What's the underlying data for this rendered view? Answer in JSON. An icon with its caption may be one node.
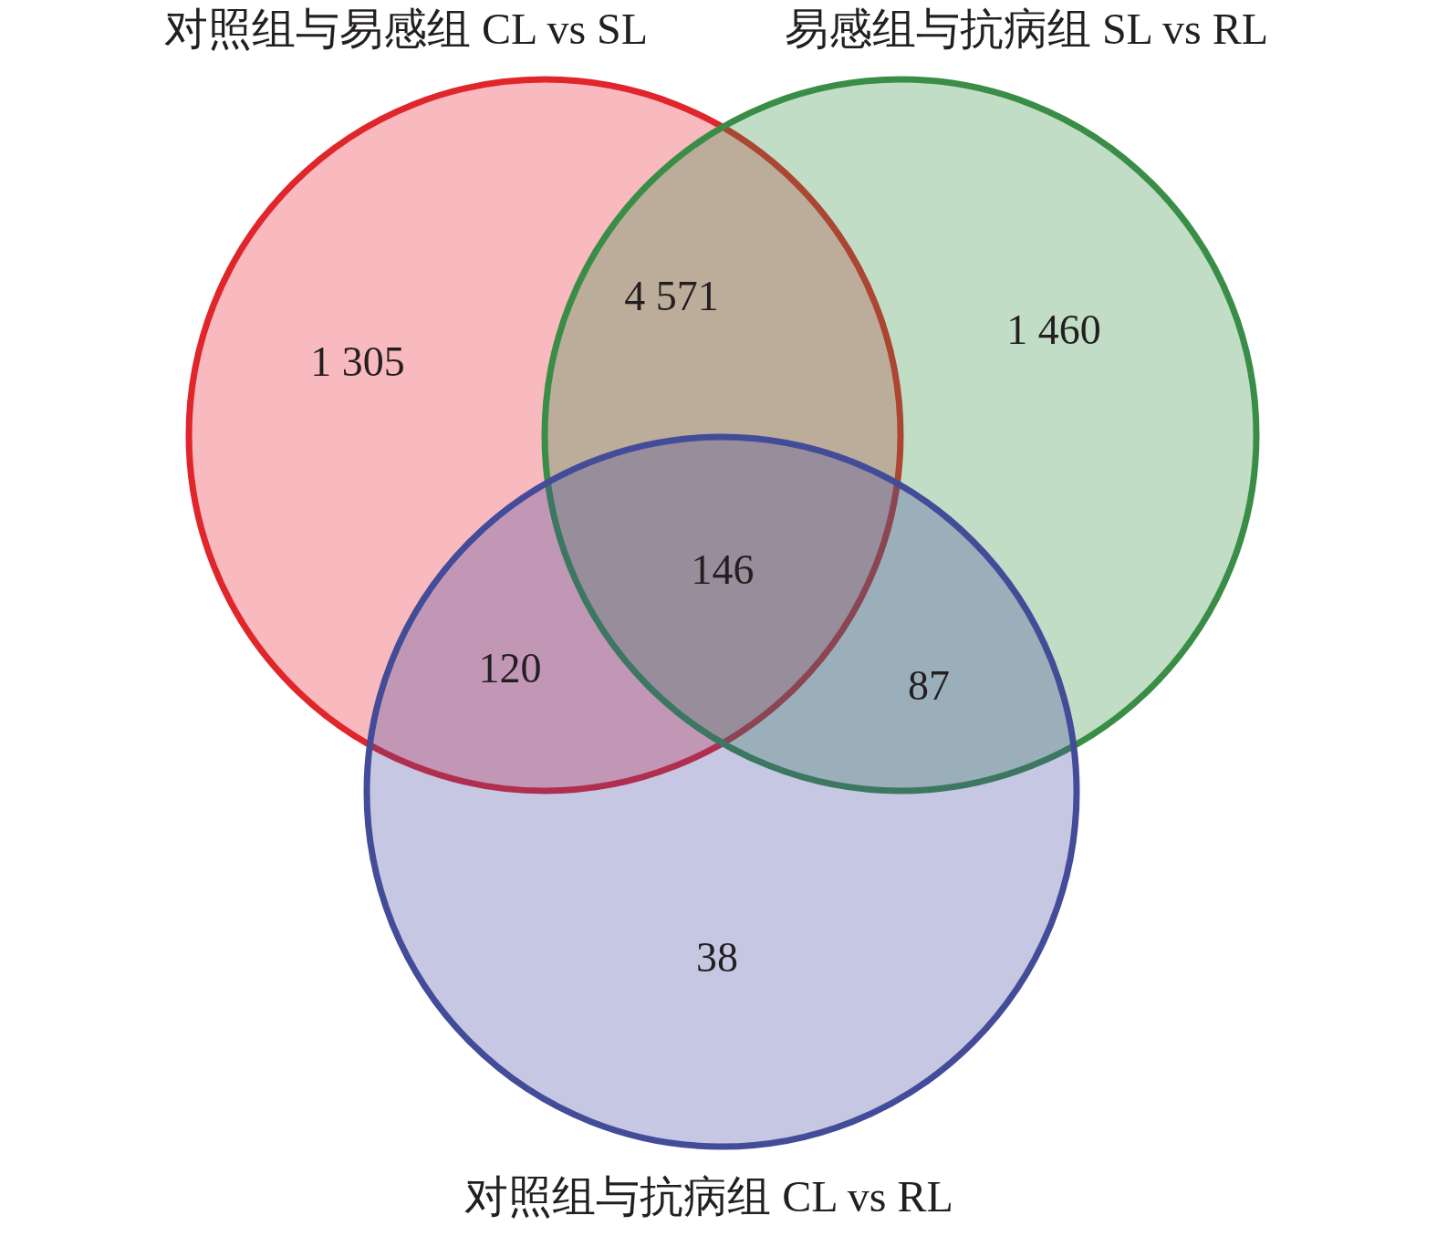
{
  "diagram": {
    "nodes": [
      {
        "text": [
          "对照组与易感组 CL vs SL"
        ]
      },
      {
        "text": [
          "易感组与抗病组 SL vs RL"
        ]
      },
      {
        "text": [
          "对照组与抗病组 CL vs RL"
        ]
      }
    ],
    "edges": [],
    "labels": [
      "4 571",
      "1 460",
      "1 305",
      "146",
      "120",
      "87",
      "38"
    ]
  }
}
